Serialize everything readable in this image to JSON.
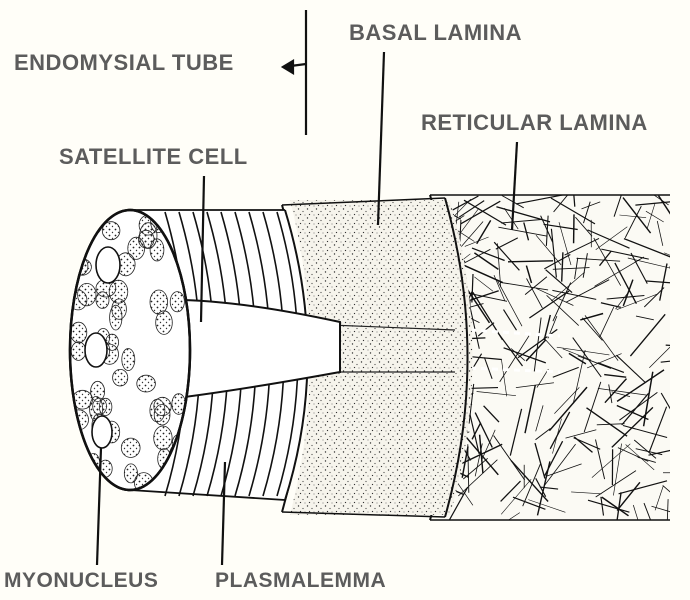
{
  "labels": {
    "endomysial_tube": "ENDOMYSIAL TUBE",
    "basal_lamina": "BASAL LAMINA",
    "reticular_lamina": "RETICULAR LAMINA",
    "satellite_cell": "SATELLITE CELL",
    "myonucleus": "MYONUCLEUS",
    "plasmalemma": "PLASMALEMMA"
  },
  "colors": {
    "background": "#fffef8",
    "ink": "#111111",
    "label_text": "#5c5c5c",
    "stipple_fill": "#f2f0e8"
  }
}
